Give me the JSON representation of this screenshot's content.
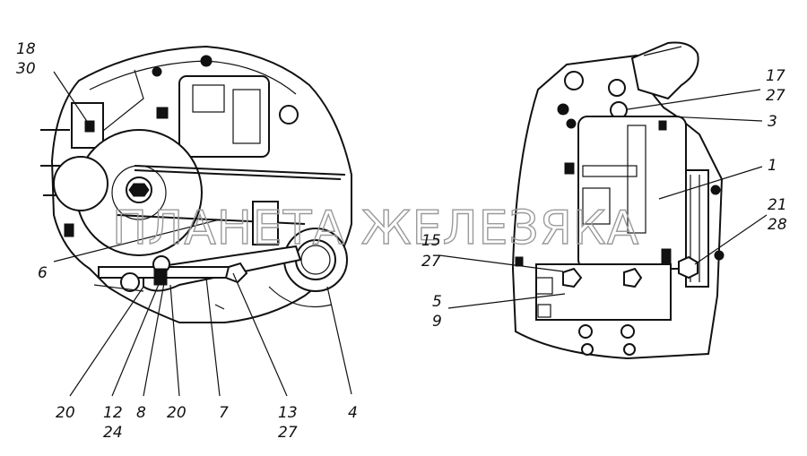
{
  "watermark": "ПЛАНЕТА ЖЕЛЕЗЯКА",
  "left_view": {
    "callouts": [
      {
        "id": "c18",
        "text": "18"
      },
      {
        "id": "c30",
        "text": "30"
      },
      {
        "id": "c6",
        "text": "6"
      },
      {
        "id": "c20a",
        "text": "20"
      },
      {
        "id": "c12",
        "text": "12"
      },
      {
        "id": "c24",
        "text": "24"
      },
      {
        "id": "c8",
        "text": "8"
      },
      {
        "id": "c20b",
        "text": "20"
      },
      {
        "id": "c7",
        "text": "7"
      },
      {
        "id": "c13",
        "text": "13"
      },
      {
        "id": "c27a",
        "text": "27"
      },
      {
        "id": "c4",
        "text": "4"
      }
    ]
  },
  "right_view": {
    "callouts": [
      {
        "id": "c17",
        "text": "17"
      },
      {
        "id": "c27b",
        "text": "27"
      },
      {
        "id": "c3",
        "text": "3"
      },
      {
        "id": "c1",
        "text": "1"
      },
      {
        "id": "c21",
        "text": "21"
      },
      {
        "id": "c28",
        "text": "28"
      },
      {
        "id": "c15",
        "text": "15"
      },
      {
        "id": "c27c",
        "text": "27"
      },
      {
        "id": "c5",
        "text": "5"
      },
      {
        "id": "c9",
        "text": "9"
      }
    ]
  }
}
